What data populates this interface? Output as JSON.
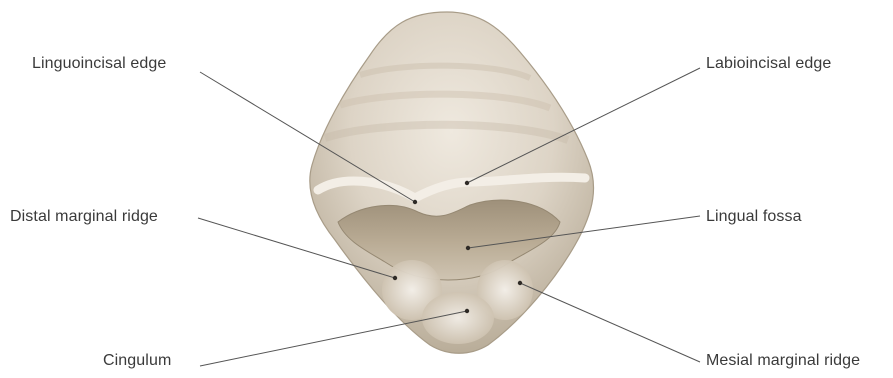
{
  "labels": {
    "linguoincisal_edge": "Linguoincisal edge",
    "labioincisal_edge": "Labioincisal edge",
    "distal_marginal_ridge": "Distal marginal ridge",
    "lingual_fossa": "Lingual fossa",
    "cingulum": "Cingulum",
    "mesial_marginal_ridge": "Mesial marginal ridge"
  },
  "colors": {
    "tooth_light": "#e6dfd4",
    "tooth_mid": "#cfc5b5",
    "tooth_shadow": "#a89c88",
    "fossa": "#bcae98",
    "leader_line": "#555555",
    "label_text": "#3a3a3a"
  }
}
